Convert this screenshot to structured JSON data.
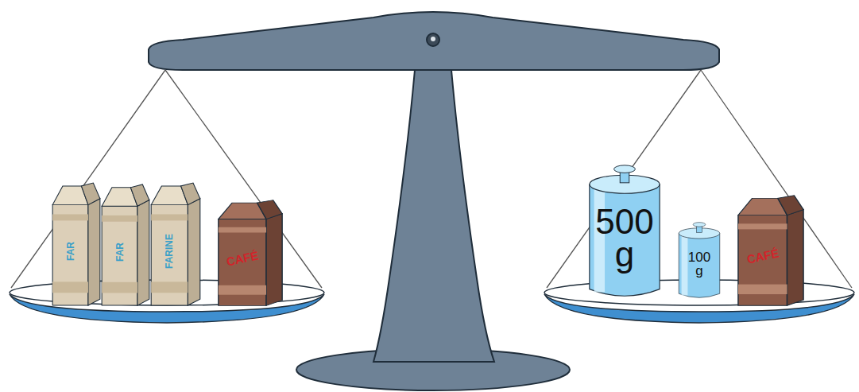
{
  "diagram": {
    "nodes": [
      {
        "text": [
          "FAR"
        ]
      },
      {
        "text": [
          "FAR"
        ]
      },
      {
        "text": [
          "FARINE"
        ]
      },
      {
        "text": [
          "CAFÉ"
        ]
      },
      {
        "text": [
          "500 g"
        ]
      },
      {
        "text": [
          "100 g"
        ]
      },
      {
        "text": [
          "CAFÉ"
        ]
      }
    ]
  }
}
